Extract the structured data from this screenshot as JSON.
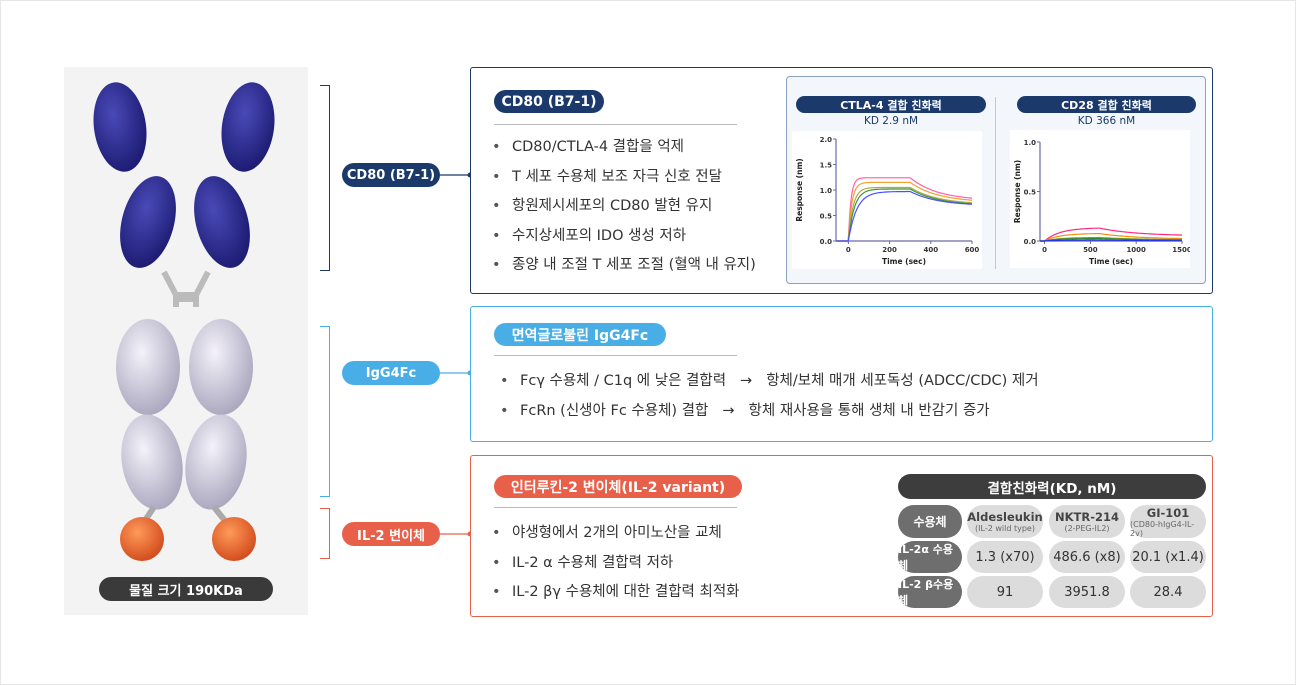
{
  "left": {
    "size_label": "물질 크기 190KDa"
  },
  "labels": {
    "cd80": "CD80 (B7-1)",
    "igg4fc": "IgG4Fc",
    "il2": "IL-2 변이체"
  },
  "colors": {
    "navy": "#1b3a6b",
    "lightblue": "#4aaee6",
    "red": "#e8604a"
  },
  "cd80": {
    "title": "CD80 (B7-1)",
    "bullets": [
      "CD80/CTLA-4  결합을 억제",
      "T 세포 수용체 보조 자극 신호 전달",
      "항원제시세포의 CD80 발현 유지",
      "수지상세포의 IDO 생성 저하",
      "종양 내 조절 T 세포 조절 (혈액 내 유지)"
    ]
  },
  "igg4fc": {
    "title": "면역글로불린 IgG4Fc",
    "bullets": [
      {
        "left": "Fcγ 수용체 / C1q 에 낮은 결합력",
        "arrow": "→",
        "right": "항체/보체 매개 세포독성 (ADCC/CDC) 제거"
      },
      {
        "left": "FcRn (신생아 Fc 수용체) 결합",
        "arrow": "→",
        "right": "항체 재사용을 통해 생체 내 반감기 증가"
      }
    ]
  },
  "il2": {
    "title": "인터루킨-2 변이체(IL-2 variant)",
    "bullets": [
      "야생형에서 2개의 아미노산을 교체",
      " IL-2 α 수용체 결합력 저하",
      "IL-2 βγ 수용체에 대한 결합력 최적화"
    ]
  },
  "table": {
    "title": "결합친화력(KD, nM)",
    "corner": "수용체",
    "columns": [
      {
        "name": "Aldesleukin",
        "sub": "(IL-2 wild type)"
      },
      {
        "name": "NKTR-214",
        "sub": "(2-PEG-IL2)"
      },
      {
        "name": "GI-101",
        "sub": "(CD80-hIgG4-IL-2v)"
      }
    ],
    "rows": [
      {
        "label": "IL-2α 수용체",
        "values": [
          "1.3 (x70)",
          "486.6 (x8)",
          "20.1 (x1.4)"
        ]
      },
      {
        "label": "IL-2 β수용체",
        "values": [
          "91",
          "3951.8",
          "28.4"
        ]
      }
    ]
  },
  "chart_data": [
    {
      "type": "line",
      "title": "CTLA-4 결합 친화력",
      "subtitle": "KD 2.9 nM",
      "xlabel": "Time (sec)",
      "ylabel": "Response (nm)",
      "xlim": [
        -60,
        600
      ],
      "ylim": [
        0,
        2.0
      ],
      "xticks": [
        0,
        200,
        400,
        600
      ],
      "yticks": [
        0.0,
        0.5,
        1.0,
        1.5,
        2.0
      ],
      "ytick_labels": [
        "0.0",
        "0.5",
        "1.0",
        "1.5",
        "2.0"
      ],
      "assoc_end": 300,
      "series": [
        {
          "color": "#ff5fa8",
          "peak": 1.24,
          "end": 0.84,
          "rate": 0.08
        },
        {
          "color": "#f5a030",
          "peak": 1.15,
          "end": 0.8,
          "rate": 0.06
        },
        {
          "color": "#b5a848",
          "peak": 1.05,
          "end": 0.75,
          "rate": 0.045
        },
        {
          "color": "#3a9a3a",
          "peak": 1.02,
          "end": 0.73,
          "rate": 0.035
        },
        {
          "color": "#4a50ff",
          "peak": 0.97,
          "end": 0.72,
          "rate": 0.025
        }
      ]
    },
    {
      "type": "line",
      "title": "CD28 결합 친화력",
      "subtitle": "KD 366 nM",
      "xlabel": "Time (sec)",
      "ylabel": "Response (nm)",
      "xlim": [
        -50,
        1500
      ],
      "ylim": [
        0,
        1.0
      ],
      "xticks": [
        0,
        500,
        1000,
        1500
      ],
      "yticks": [
        0.0,
        0.5,
        1.0
      ],
      "ytick_labels": [
        "0.0",
        "0.5",
        "1.0"
      ],
      "assoc_end": 600,
      "series": [
        {
          "color": "#ff2a80",
          "peak": 0.13,
          "end": 0.06,
          "rate": 0.006
        },
        {
          "color": "#f5900a",
          "peak": 0.075,
          "end": 0.025,
          "rate": 0.006
        },
        {
          "color": "#8a9a20",
          "peak": 0.035,
          "end": 0.015,
          "rate": 0.006
        },
        {
          "color": "#2a8a2a",
          "peak": 0.025,
          "end": 0.01,
          "rate": 0.006
        },
        {
          "color": "#2030ff",
          "peak": 0.01,
          "end": 0.003,
          "rate": 0.006
        }
      ]
    }
  ]
}
